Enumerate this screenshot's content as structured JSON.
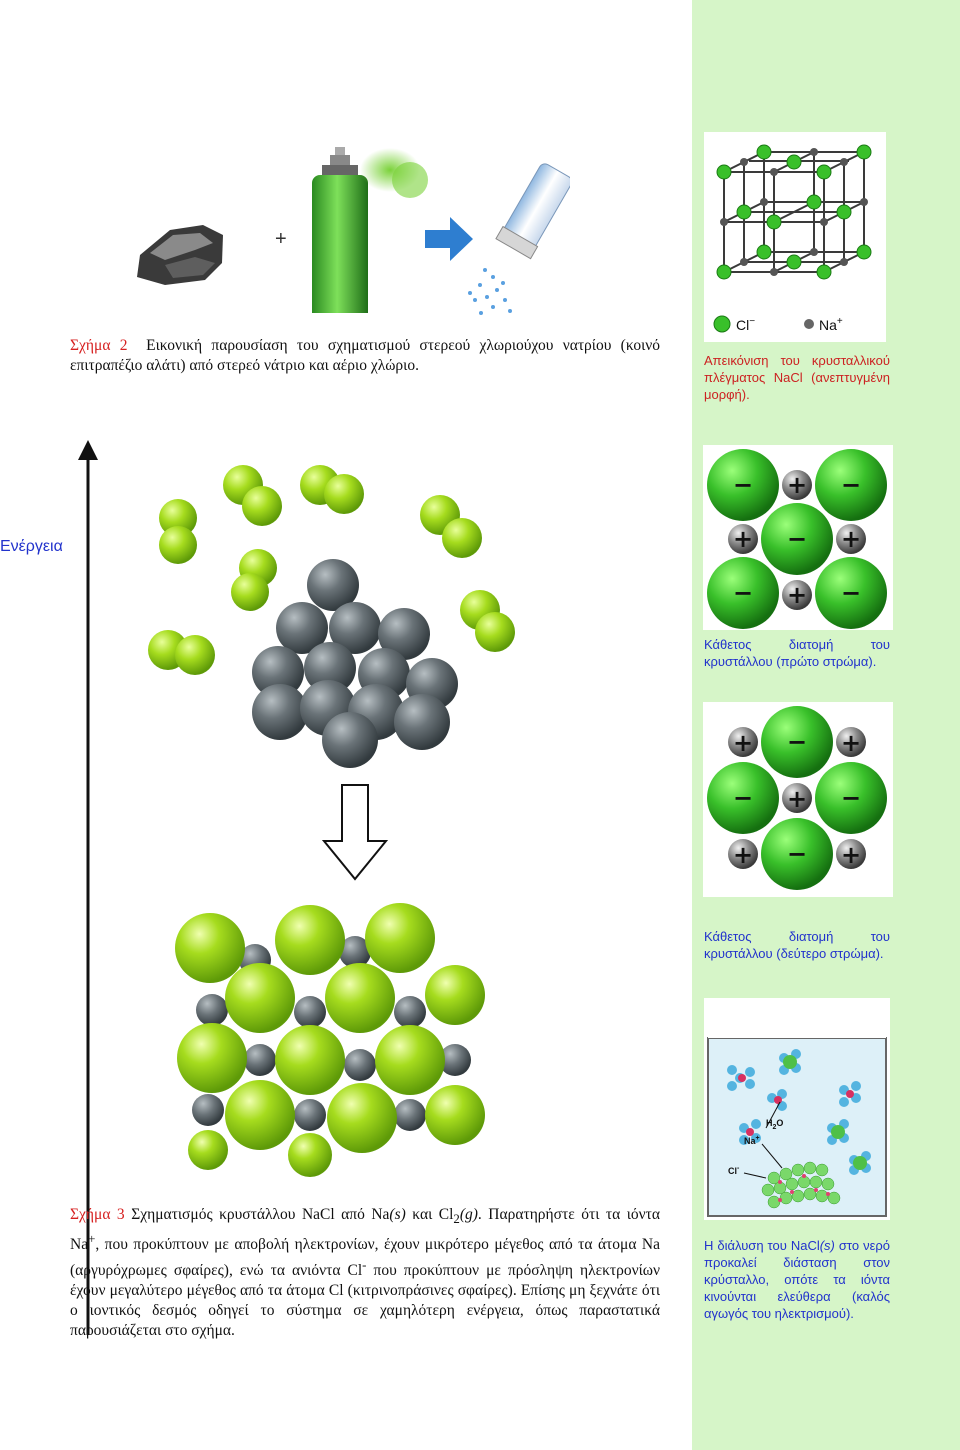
{
  "figure2": {
    "plus": "+",
    "caption_label": "Σχήμα 2",
    "caption_text": "Εικονική παρουσίαση του σχηματισμού στερεού χλωριούχου νατρίου (κοινό επιτραπέζιο αλάτι) από στερεό νάτριο και αέριο χλώριο."
  },
  "figure3": {
    "energy_label": "Ενέργεια",
    "caption_label": "Σχήμα 3",
    "caption_part1": "Σχηματισμός κρυστάλλου NaCl από Na",
    "caption_s": "(s)",
    "caption_kai": " και Cl",
    "caption_sub2": "2",
    "caption_g": "(g)",
    "caption_part2": ". Παρατηρήστε ότι τα ιόντα Na",
    "caption_sup_plus": "+",
    "caption_part3": ", που προκύπτουν με αποβολή ηλεκτρονίων, έχουν μικρότερο μέγεθος από τα άτομα Na (αργυρόχρωμες σφαίρες), ενώ τα ανιόντα Cl",
    "caption_sup_minus": "-",
    "caption_part4": " που προκύπτουν με πρόσληψη ηλεκτρονίων έχουν μεγαλύτερο μέγεθος από τα άτομα Cl (κιτρινοπράσινες σφαίρες). Επίσης μη ξεχνάτε ότι ο ιοντικός δεσμός οδηγεί το σύστημα σε χαμηλότερη ενέργεια, όπως παραστατικά παρουσιάζεται στο σχήμα."
  },
  "sidebar": {
    "lattice_legend_cl": "Cl",
    "lattice_legend_na": "Na",
    "lattice_legend_cl_sup": "−",
    "lattice_legend_na_sup": "+",
    "lattice_caption": "Απεικόνιση του κρυσταλλικού πλέγματος NaCl (ανεπτυγμένη μορφή).",
    "layer1_caption": "Κάθετος διατομή του κρυστάλλου (πρώτο στρώμα).",
    "layer2_caption": "Κάθετος διατομή του κρυστάλλου (δεύτερο στρώμα).",
    "solution_h2o": "H",
    "solution_h2o_sub": "2",
    "solution_h2o_o": "O",
    "solution_na": "Na",
    "solution_na_sup": "+",
    "solution_cl": "Cl",
    "solution_cl_sup": "-",
    "dissolution_caption_1": "Η διάλυση του NaCl",
    "dissolution_caption_s": "(s)",
    "dissolution_caption_2": " στο νερό προκαλεί διάσταση στον κρύσταλλο, οπότε τα ιόντα κινούνται ελεύθερα (καλός αγωγός του ηλεκτρισμού)."
  },
  "colors": {
    "sidebar_bg": "#d6f5c8",
    "chlorine_green": "#39c02a",
    "lime": "#a6dc1e",
    "sodium_gray": "#6a7378",
    "caption_red": "#d62020",
    "caption_blue": "#2233cc"
  }
}
